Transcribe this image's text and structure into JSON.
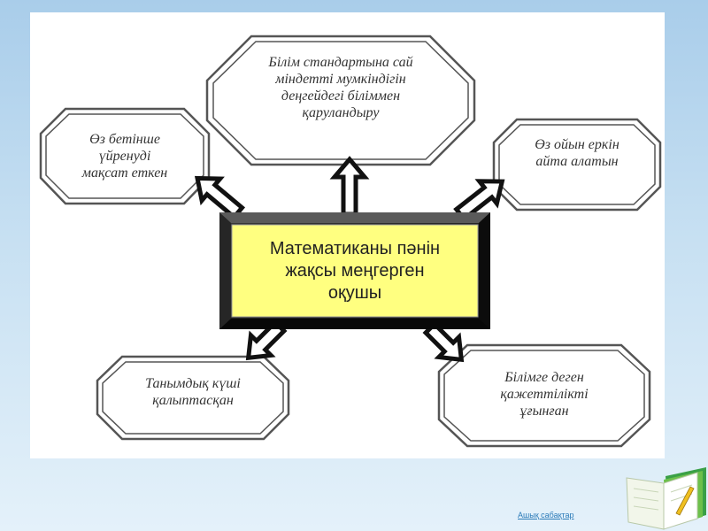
{
  "center": {
    "text": "Математиканы пәнін\nжақсы меңгерген\nоқушы"
  },
  "nodes": {
    "top": "Білім стандартына сай\nміндетті мумкіндігін\nдеңгейдегі біліммен\nқаруландыру",
    "upper_left": "Өз бетінше\nүйренуді\nмақсат еткен",
    "upper_right": "Өз ойын еркін\nайта алатын",
    "lower_left": "Танымдық күші\nқалыптасқан",
    "lower_right": "Білімге деген\nқажеттілікті\nұғынған"
  },
  "footer": {
    "link_text": "Ашық сабақтар"
  },
  "colors": {
    "center_fill": "#ffff80",
    "node_border": "#555555",
    "background": "#b8d6ee"
  }
}
